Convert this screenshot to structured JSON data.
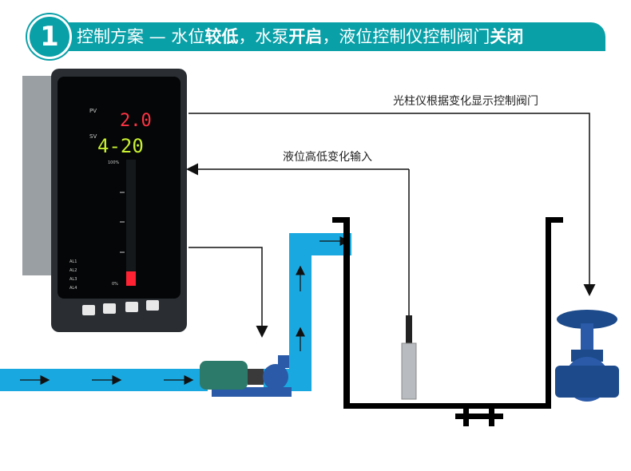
{
  "header": {
    "step": "1",
    "parts": [
      {
        "text": "控制方案 — 水位",
        "bold": false
      },
      {
        "text": "较低",
        "bold": true
      },
      {
        "text": "，水泵",
        "bold": false
      },
      {
        "text": "开启",
        "bold": true
      },
      {
        "text": "，液位控制仪控制阀门",
        "bold": false
      },
      {
        "text": "关闭",
        "bold": true
      }
    ]
  },
  "labels": {
    "output": "光柱仪根据变化显示控制阀门",
    "input": "液位高低变化输入"
  },
  "controller": {
    "pv_label": "PV",
    "pv_value": "2.0",
    "sv_label": "SV",
    "sv_value": "4-20",
    "bar_top": "100%",
    "bar_bottom": "0%",
    "alarms": [
      "AL1",
      "AL2",
      "AL3",
      "AL4"
    ],
    "bar_level_percent": 8
  },
  "colors": {
    "accent": "#0aa0a8",
    "water": "#1aa8e0",
    "pv": "#ff3344",
    "sv": "#c8f030"
  }
}
